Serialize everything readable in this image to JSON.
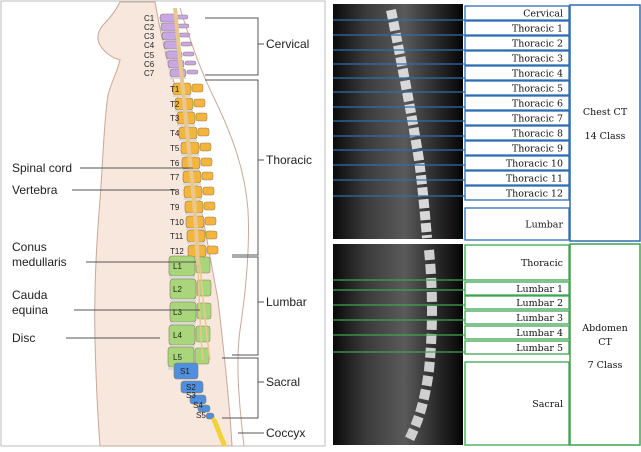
{
  "anatomy": {
    "vertebra_labels": {
      "cervical": [
        "C1",
        "C2",
        "C3",
        "C4",
        "C5",
        "C6",
        "C7"
      ],
      "thoracic": [
        "T1",
        "T2",
        "T3",
        "T4",
        "T5",
        "T6",
        "T7",
        "T8",
        "T9",
        "T10",
        "T11",
        "T12"
      ],
      "lumbar": [
        "L1",
        "L2",
        "L3",
        "L4",
        "L5"
      ],
      "sacral": [
        "S1",
        "S2",
        "S3",
        "S4",
        "S5"
      ]
    },
    "region_labels": {
      "cervical": "Cervical",
      "thoracic": "Thoracic",
      "lumbar": "Lumbar",
      "sacral": "Sacral",
      "coccyx": "Coccyx"
    },
    "structure_labels": {
      "spinal_cord": "Spinal cord",
      "vertebra": "Vertebra",
      "conus_line1": "Conus",
      "conus_line2": "medullaris",
      "cauda_line1": "Cauda",
      "cauda_line2": "equina",
      "disc": "Disc"
    },
    "colors": {
      "cervical": "#c9a6e4",
      "thoracic": "#f5b53c",
      "lumbar": "#a9d67a",
      "sacral": "#4f8fe0",
      "coccyx": "#f2d23a",
      "cord": "#e9c88f",
      "skin": "#f8e7dd",
      "skin_outline": "#c9a898",
      "disc": "#d9d9d9"
    }
  },
  "ct": {
    "chest": {
      "labels": [
        "Cervical",
        "Thoracic 1",
        "Thoracic 2",
        "Thoracic 3",
        "Thoracic 4",
        "Thoracic 5",
        "Thoracic 6",
        "Thoracic 7",
        "Thoracic 8",
        "Thoracic 9",
        "Thoracic 10",
        "Thoracic 11",
        "Thoracic 12",
        "Lumbar"
      ],
      "title": "Chest CT",
      "classes": "14 Class",
      "color": "#2e6db4"
    },
    "abdomen": {
      "labels": [
        "Thoracic",
        "Lumbar 1",
        "Lumbar 2",
        "Lumbar 3",
        "Lumbar 4",
        "Lumbar 5",
        "Sacral"
      ],
      "title_line1": "Abdomen",
      "title_line2": "CT",
      "classes": "7 Class",
      "color": "#3fa452"
    }
  }
}
